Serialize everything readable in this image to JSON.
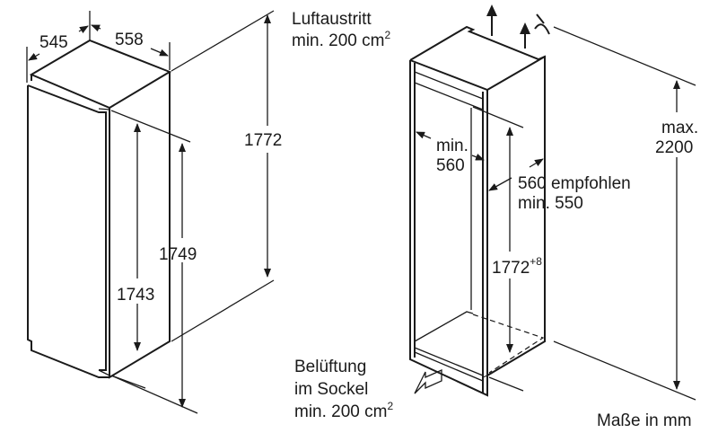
{
  "appliance": {
    "depth": "545",
    "width": "558",
    "total_height": "1772",
    "height_with_door": "1749",
    "door_height": "1743"
  },
  "niche": {
    "air_outlet_label": "Luftaustritt",
    "air_outlet_min": "min. 200 cm",
    "air_outlet_sup": "2",
    "min_width_line1": "min.",
    "min_width_line2": "560",
    "depth_line1": "560 empfohlen",
    "depth_line2": "min. 550",
    "niche_height": "1772",
    "niche_height_tolerance": "+8",
    "max_height_line1": "max.",
    "max_height_line2": "2200",
    "vent_line1": "Belüftung",
    "vent_line2": "im Sockel",
    "vent_min": "min. 200 cm",
    "vent_sup": "2"
  },
  "units_note": "Maße in mm",
  "icons": [
    "air-up-arrow",
    "air-up-arrow",
    "tilt-symbol",
    "air-in-arrow"
  ]
}
